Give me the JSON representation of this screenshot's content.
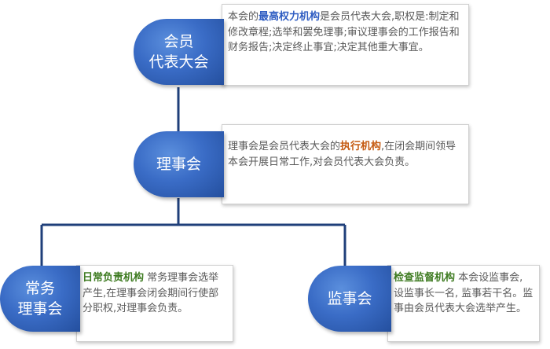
{
  "nodes": {
    "congress": {
      "title_lines": [
        "会员",
        "代表大会"
      ],
      "desc_before": "本会的",
      "keyword": "最高权力机构",
      "desc_after": "是会员代表大会,职权是:制定和修改章程;选举和罢免理事;审议理事会的工作报告和财务报告;决定终止事宜;决定其他重大事宜。",
      "keyword_color": "#2e5cc2"
    },
    "council": {
      "title_lines": [
        "理事会"
      ],
      "desc_before": "理事会是会员代表大会的",
      "keyword": "执行机构",
      "desc_after": ",在闭会期间领导本会开展日常工作,对会员代表大会负责。",
      "keyword_color": "#c55a11"
    },
    "standing": {
      "title_lines": [
        "常务",
        "理事会"
      ],
      "desc_before": "",
      "keyword": "日常负责机构",
      "desc_after": " 常务理事会选举产生,在理事会闭会期间行使部分职权,对理事会负责。",
      "keyword_color": "#3e7b21"
    },
    "supervisory": {
      "title_lines": [
        "监事会"
      ],
      "desc_before": "",
      "keyword": "检查监督机构",
      "desc_after": " 本会设监事会, 设监事长一名, 监事若干名。监事由会员代表大会选举产生。",
      "keyword_color": "#3e7b21"
    }
  },
  "colors": {
    "node_blue": "#3a6cc6",
    "connector": "#1f3f7a"
  }
}
